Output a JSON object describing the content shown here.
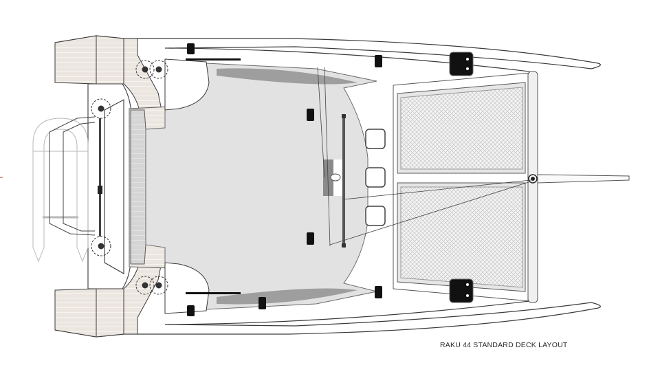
{
  "drawing": {
    "title": "RAKU 44 STANDARD DECK LAYOUT",
    "type": "catamaran-deck-plan",
    "colors": {
      "background": "#ffffff",
      "outline": "#3a3a3a",
      "teak": "#ece6e0",
      "teak_line": "#f7f3ef",
      "cockpit_floor": "#d6d6d6",
      "coachroof": "#e2e2e2",
      "coachroof_shade": "#9c9c9c",
      "trampoline_fill": "#e9e9e9",
      "trampoline_mesh": "#bdbdbd",
      "hatch_dark": "#111111",
      "dinghy_line": "#b5b5b5",
      "accent_mark": "#c0392b"
    },
    "components": {
      "hulls": 2,
      "trampolines": 2,
      "deck_hatches_large": 2,
      "cabin_portlights": 3,
      "winches": 6,
      "bowsprit": 1,
      "dinghy_on_davits": 1,
      "davit_bar": 1
    }
  }
}
